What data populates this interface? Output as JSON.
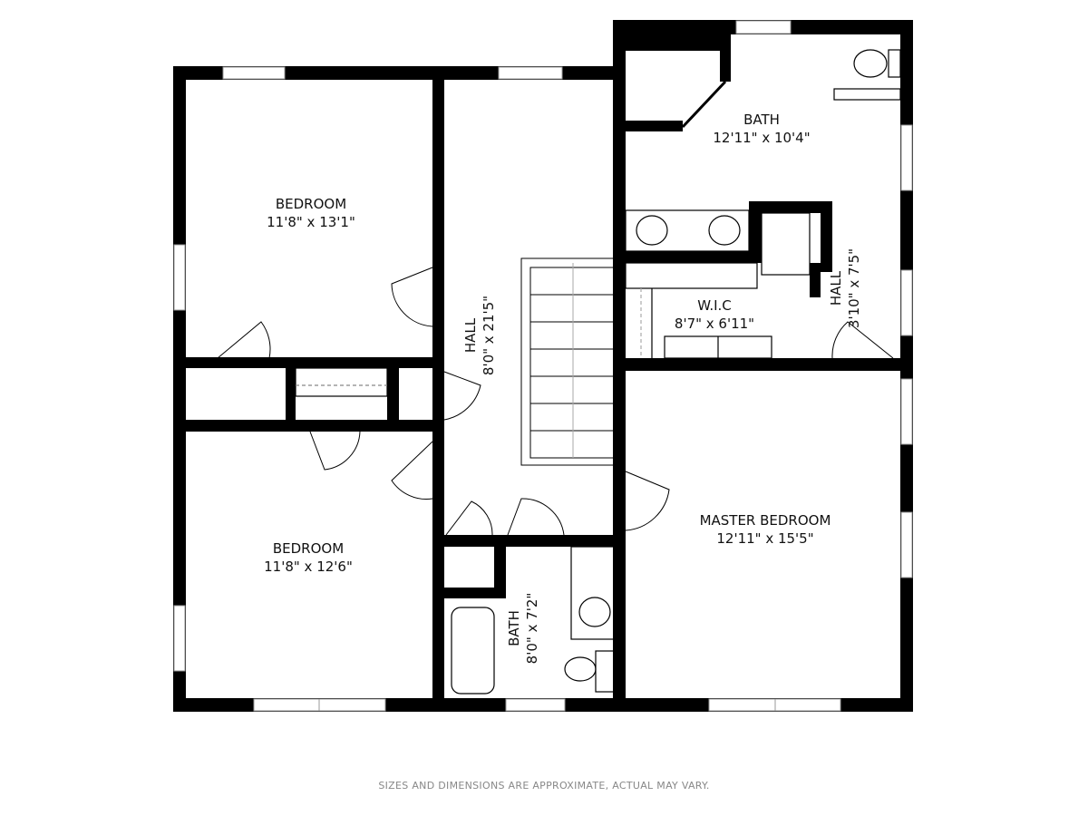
{
  "rooms": {
    "bedroom_top": {
      "name": "BEDROOM",
      "dims": "11'8\" x 13'1\""
    },
    "bedroom_bottom": {
      "name": "BEDROOM",
      "dims": "11'8\" x 12'6\""
    },
    "hall_center": {
      "name": "HALL",
      "dims": "8'0\" x 21'5\""
    },
    "bath_master": {
      "name": "BATH",
      "dims": "12'11\" x 10'4\""
    },
    "wic": {
      "name": "W.I.C",
      "dims": "8'7\" x 6'11\""
    },
    "hall_small": {
      "name": "HALL",
      "dims": "3'10\" x 7'5\""
    },
    "master_bedroom": {
      "name": "MASTER BEDROOM",
      "dims": "12'11\" x 15'5\""
    },
    "bath_hall": {
      "name": "BATH",
      "dims": "8'0\" x 7'2\""
    }
  },
  "footer": "SIZES AND DIMENSIONS ARE APPROXIMATE, ACTUAL MAY VARY."
}
